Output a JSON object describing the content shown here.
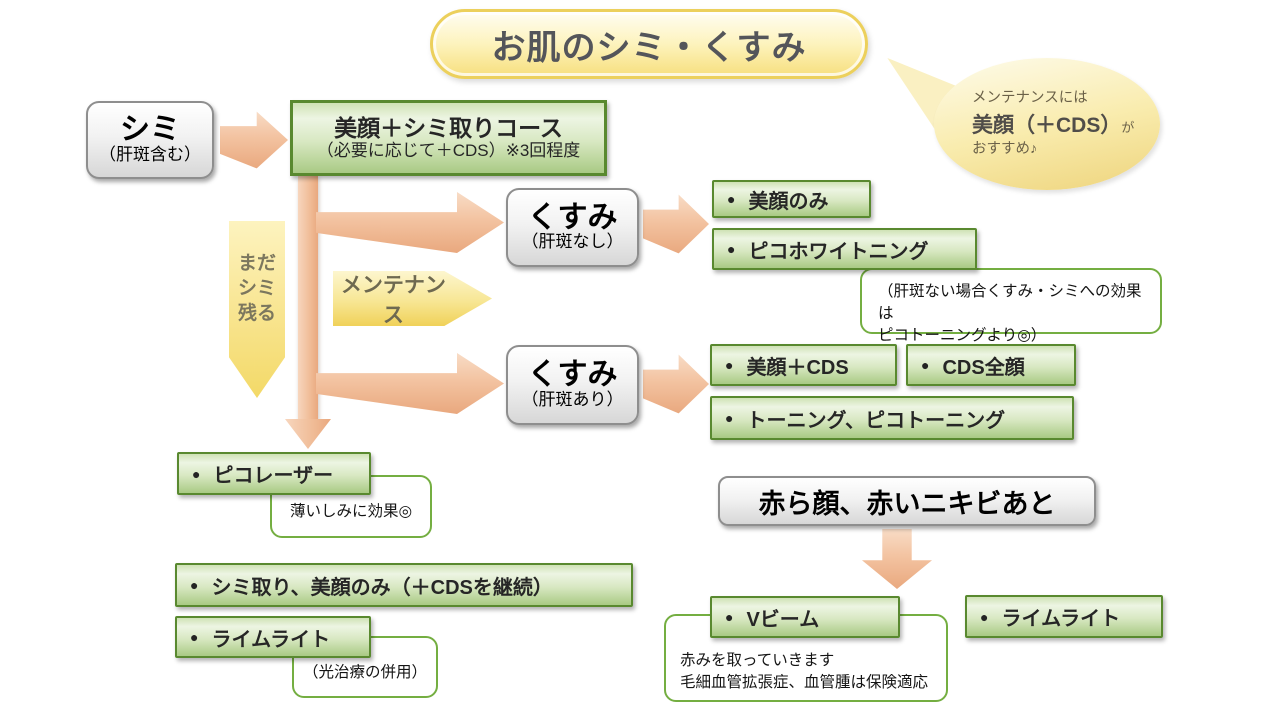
{
  "title": "お肌のシミ・くすみ",
  "bubble": {
    "line1": "メンテナンスには",
    "line2_strong": "美顔（＋CDS）",
    "line2_suffix": "が",
    "line3": "おすすめ♪"
  },
  "nodes": {
    "shimi": {
      "title": "シミ",
      "subtitle": "（肝斑含む）"
    },
    "course": {
      "title": "美顔＋シミ取りコース",
      "subtitle": "（必要に応じて＋CDS）※3回程度"
    },
    "kusumi_nashi": {
      "title": "くすみ",
      "subtitle": "（肝斑なし）"
    },
    "kusumi_ari": {
      "title": "くすみ",
      "subtitle": "（肝斑あり）"
    },
    "akaragao": {
      "title": "赤ら顔、赤いニキビあと"
    }
  },
  "labels": {
    "mada_shimi": "まだ\nシミ\n残る",
    "maintenance": "メンテナンス"
  },
  "bullet": "●",
  "options": {
    "bigan_only": "美顔のみ",
    "pico_whitening": "ピコホワイトニング",
    "bigan_cds": "美顔＋CDS",
    "cds_zengan": "CDS全顔",
    "toning": "トーニング、ピコトーニング",
    "pico_laser": "ピコレーザー",
    "shimitori_keizoku": "シミ取り、美顔のみ（＋CDSを継続）",
    "limelight_left": "ライムライト",
    "v_beam": "Vビーム",
    "limelight_right": "ライムライト"
  },
  "notes": {
    "pico_whitening_note": "（肝斑ない場合くすみ・シミへの効果は\nピコトーニングより◎）",
    "pico_laser_note": "薄いしみに効果◎",
    "limelight_note": "（光治療の併用）",
    "v_beam_note": "赤みを取っていきます\n毛細血管拡張症、血管腫は保険適応"
  },
  "colors": {
    "green_border": "#59892f",
    "green_fill": "#a9ca84",
    "note_border": "#74ae41",
    "gray_border": "#8e8e8e",
    "peach_arrow": "#e9a87e",
    "yellow_shape": "#f0d159",
    "title_border": "#ecd05c"
  }
}
